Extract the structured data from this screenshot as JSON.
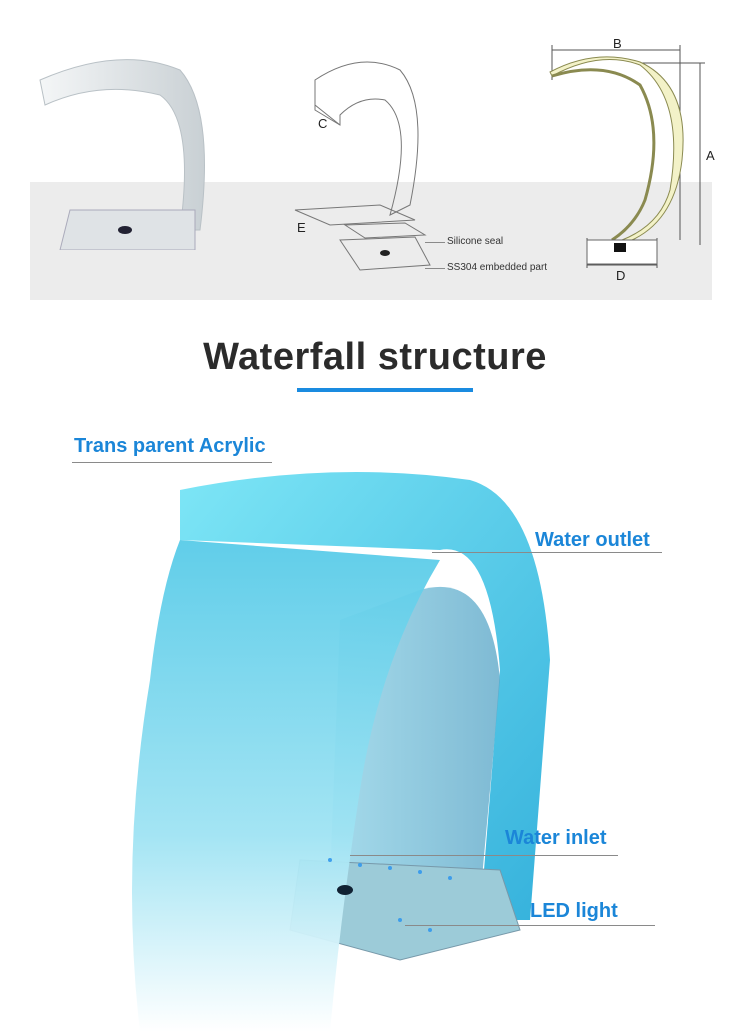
{
  "diagram": {
    "dimensions": [
      "A",
      "B",
      "C",
      "D",
      "E"
    ],
    "parts": {
      "silicone_seal": "Silicone seal",
      "embedded_part": "SS304 embedded part"
    }
  },
  "title": "Waterfall structure",
  "callouts": {
    "acrylic": "Trans parent Acrylic",
    "outlet": "Water outlet",
    "inlet": "Water inlet",
    "led": "LED light"
  },
  "colors": {
    "accent": "#1b86d8",
    "glow": "#4fd6f0"
  }
}
